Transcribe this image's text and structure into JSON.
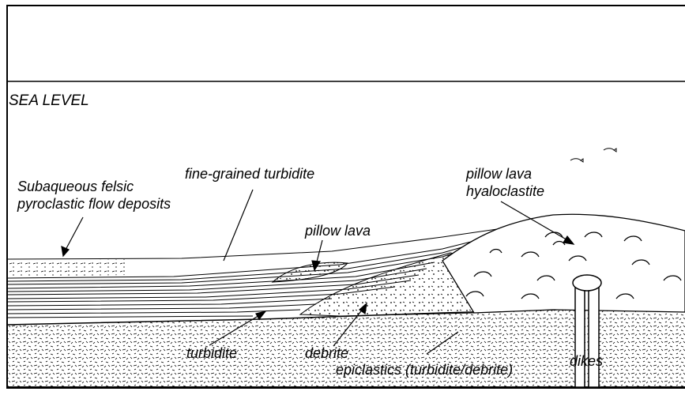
{
  "labels": {
    "sea_level": "SEA LEVEL",
    "felsic_line1": "Subaqueous felsic",
    "felsic_line2": "pyroclastic flow deposits",
    "fine_turbidite": "fine-grained turbidite",
    "pillow_lava": "pillow lava",
    "pillow_lava_hyalo_line1": "pillow lava",
    "pillow_lava_hyalo_line2": "hyaloclastite",
    "turbidite": "turbidite",
    "debrite": "debrite",
    "dikes": "dikes",
    "epiclastics": "epiclastics (turbidite/debrite)"
  },
  "colors": {
    "ink": "#000000",
    "paper": "#ffffff"
  }
}
